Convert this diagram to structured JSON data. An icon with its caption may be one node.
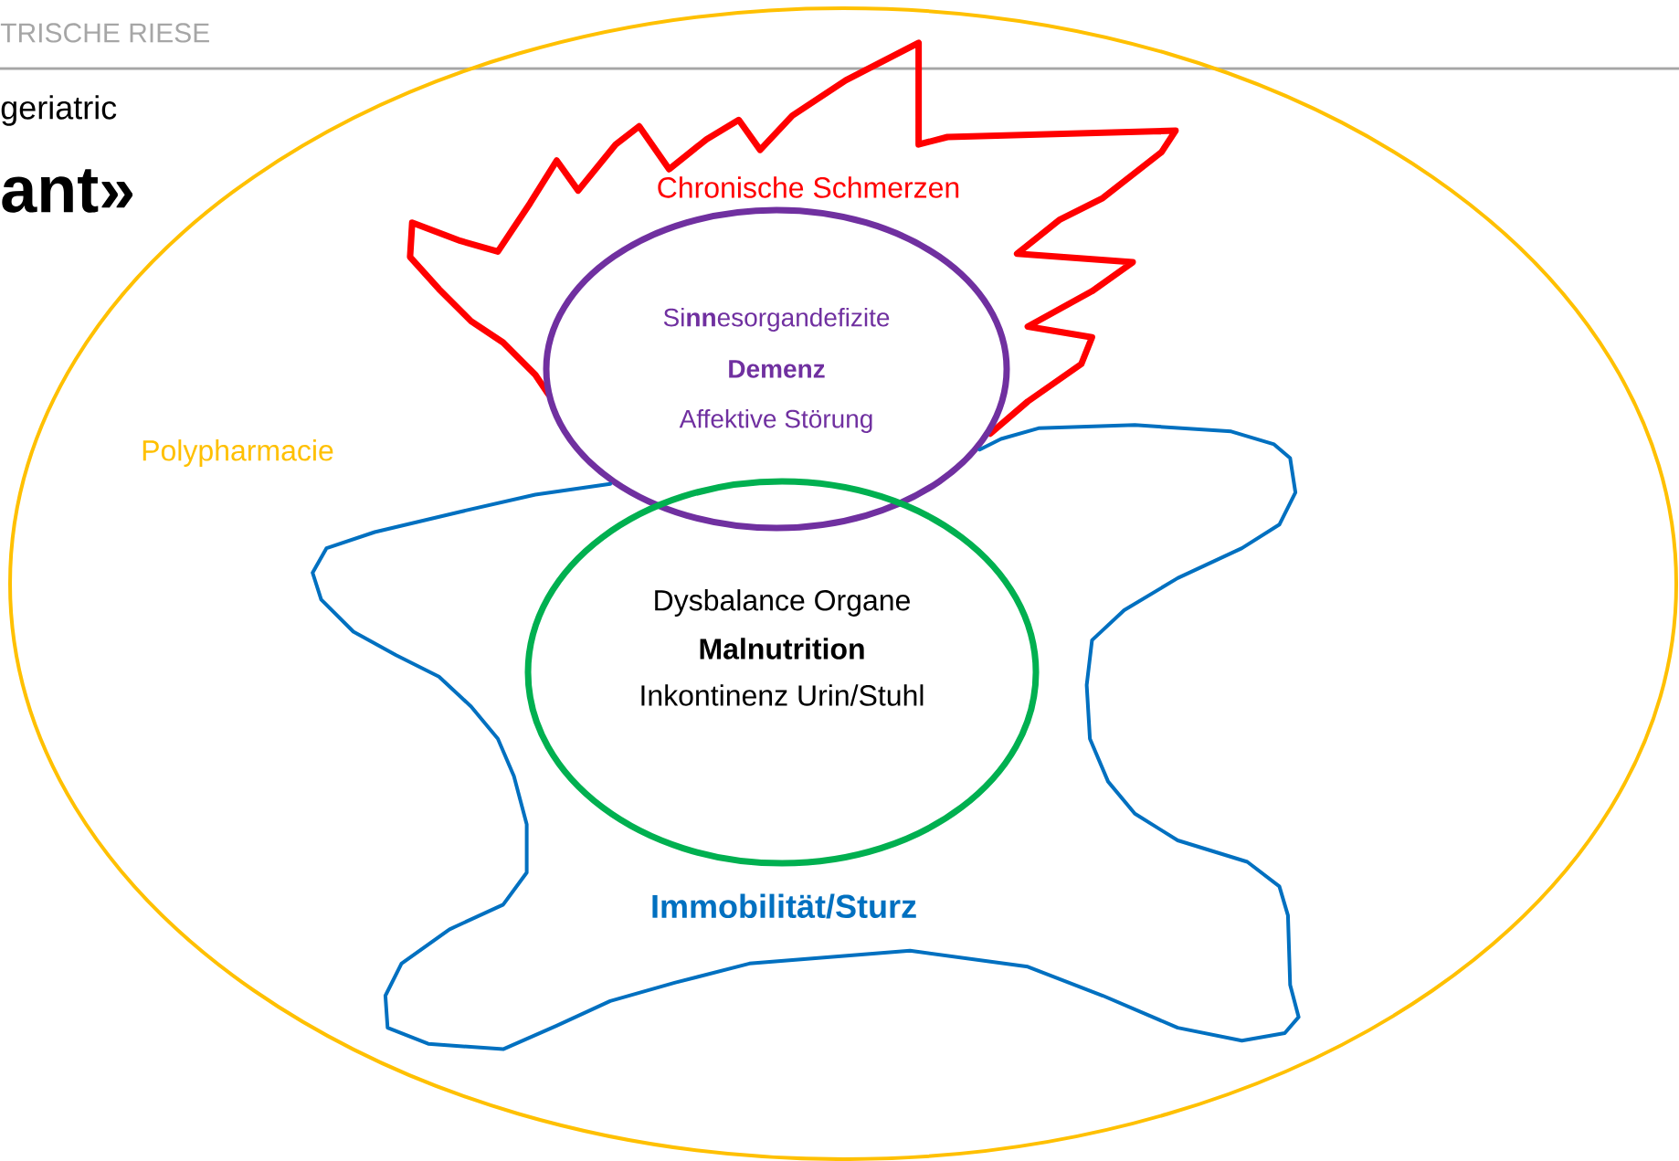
{
  "diagram": {
    "nodes": [
      {
        "text": [
          "Polypharmacie"
        ]
      },
      {
        "text": [
          "Chronische Schmerzen"
        ],
        "in": 0
      },
      {
        "text": [
          "Si**nn**esorgandefizite",
          "Demenz",
          "Affektive Störung"
        ],
        "in": 0
      },
      {
        "text": [
          "Immobilität/Sturz"
        ],
        "in": 0
      },
      {
        "text": [
          "Dysbalance Organe",
          "Malnutrition",
          "Inkontinenz Urin/Stuhl"
        ],
        "in": 3
      }
    ],
    "labels": [
      "TRISCHE RIESE",
      "geriatric",
      "ant»"
    ]
  }
}
